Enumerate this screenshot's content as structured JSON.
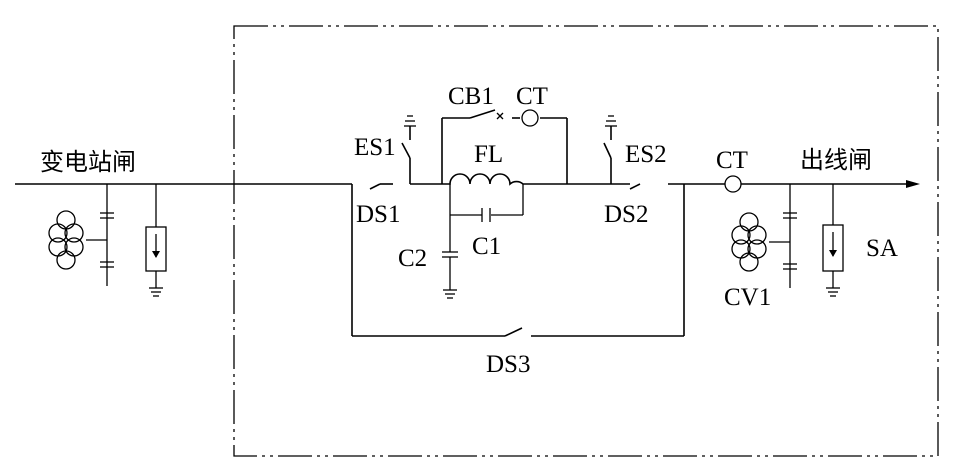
{
  "labels": {
    "left_substation": "变电站闸",
    "right_outgoing": "出线闸",
    "cb1": "CB1",
    "ct_top": "CT",
    "ct_right": "CT",
    "es1": "ES1",
    "es2": "ES2",
    "fl": "FL",
    "ds1": "DS1",
    "ds2": "DS2",
    "ds3": "DS3",
    "c1": "C1",
    "c2": "C2",
    "cv1": "CV1",
    "sa": "SA"
  }
}
